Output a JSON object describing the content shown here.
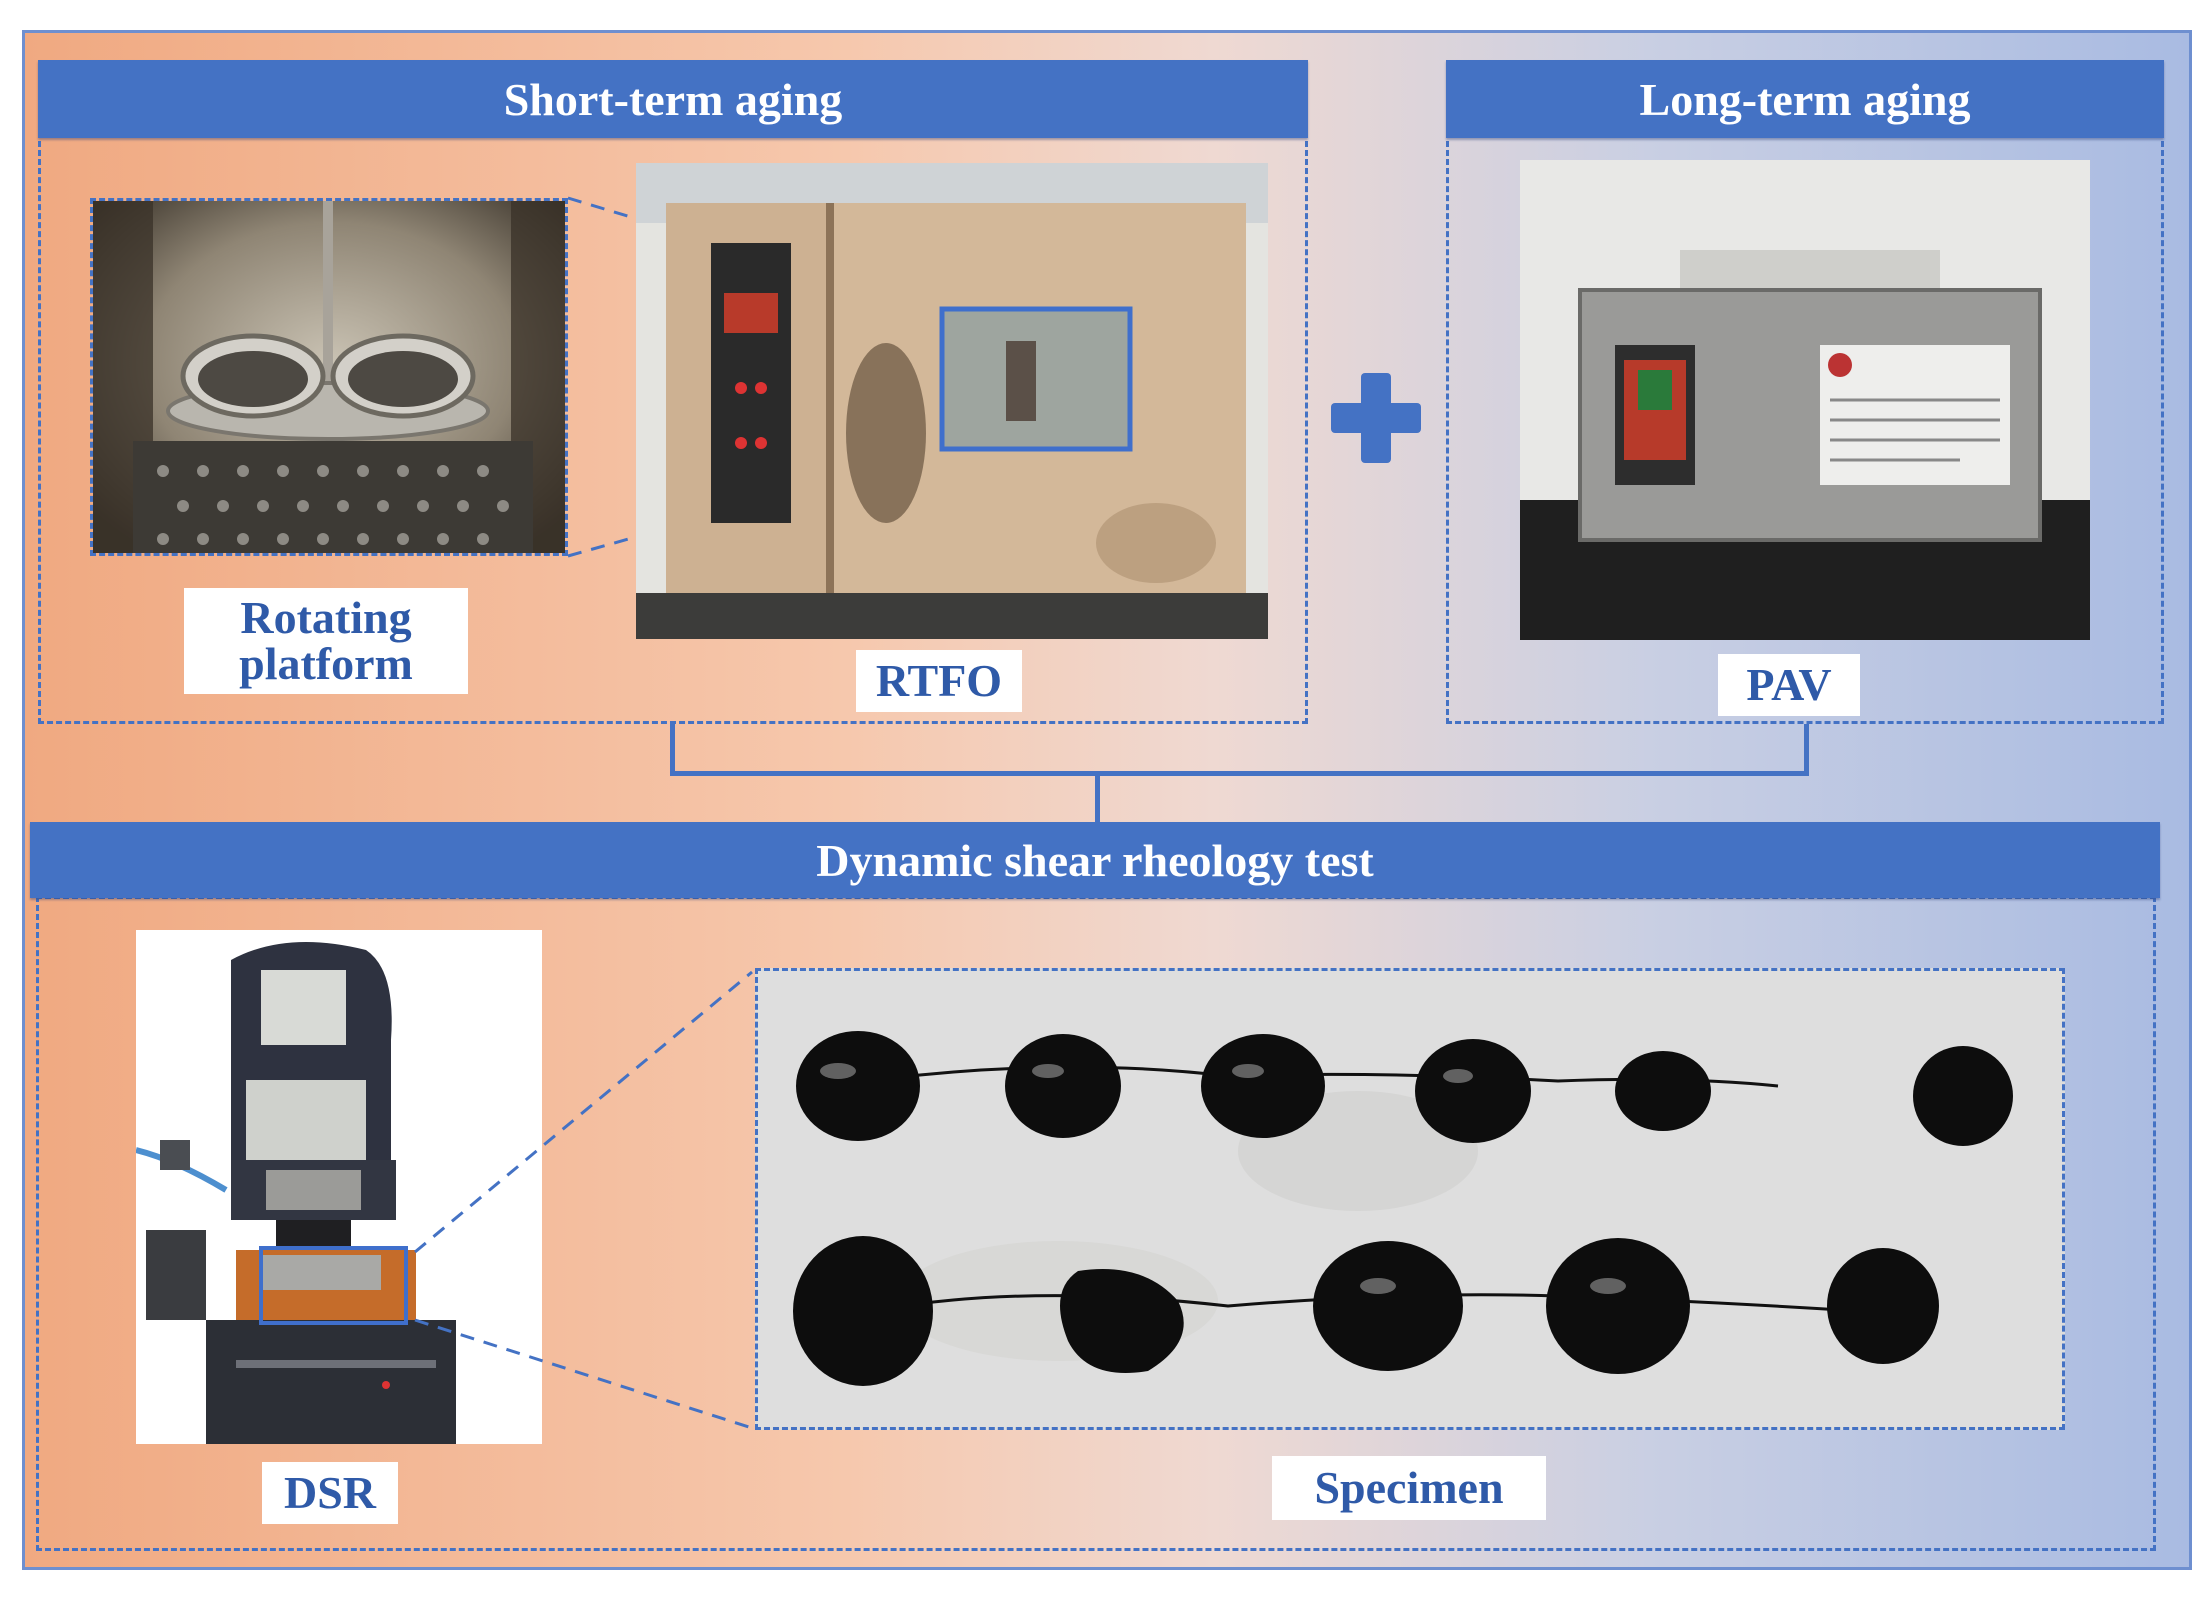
{
  "sections": {
    "short_term_title": "Short-term aging",
    "long_term_title": "Long-term aging",
    "dsr_test_title": "Dynamic shear rheology test"
  },
  "labels": {
    "rotating_platform_line1": "Rotating",
    "rotating_platform_line2": "platform",
    "rtfo": "RTFO",
    "pav": "PAV",
    "dsr": "DSR",
    "specimen": "Specimen"
  },
  "colors": {
    "banner": "#4472c4",
    "label_text": "#2f5aa8",
    "dashed_border": "#4472c4"
  }
}
